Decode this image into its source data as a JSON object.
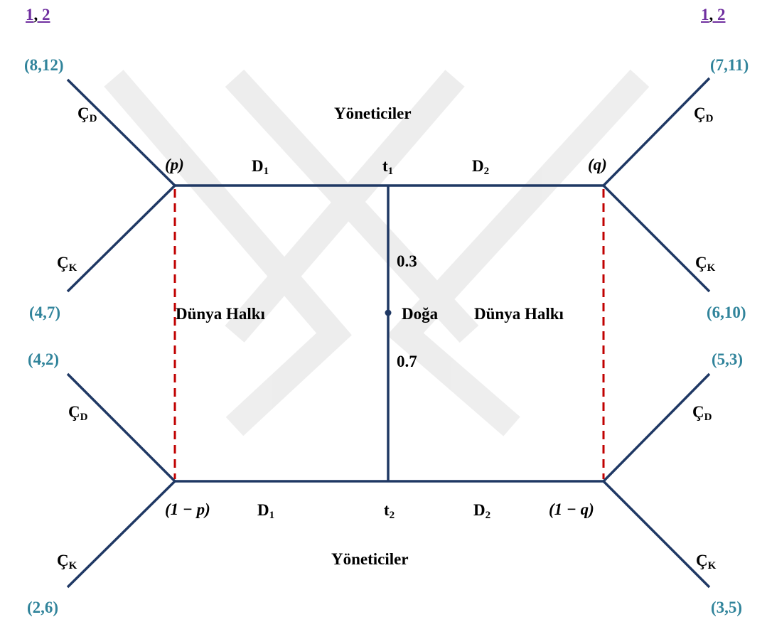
{
  "header_left": {
    "n1": "1",
    "sep": ", ",
    "n2": "2"
  },
  "header_right": {
    "n1": "1",
    "sep": ", ",
    "n2": "2"
  },
  "players": {
    "top": "Yöneticiler",
    "bottom": "Yöneticiler"
  },
  "nature": {
    "label": "Doğa",
    "p_up": "0.3",
    "p_down": "0.7"
  },
  "types": {
    "t1": "t",
    "t1_sub": "1",
    "t2": "t",
    "t2_sub": "2"
  },
  "info_sets": {
    "left": "Dünya Halkı",
    "right": "Dünya Halkı",
    "p": "(p)",
    "q": "(q)",
    "one_minus_p": "(1 − p)",
    "one_minus_q": "(1 − q)"
  },
  "signals": {
    "D": "D",
    "D1_sub": "1",
    "D2_sub": "2",
    "C": "Ç",
    "CD_sub": "D",
    "CK_sub": "K"
  },
  "payoffs": {
    "tl_cd": "(8,12)",
    "tl_ck": "(4,7)",
    "tr_cd": "(7,11)",
    "tr_ck": "(6,10)",
    "bl_cd": "(4,2)",
    "bl_ck": "(2,6)",
    "br_cd": "(5,3)",
    "br_ck": "(3,5)"
  },
  "colors": {
    "line": "#1f3864",
    "dashed": "#c00000",
    "payoff": "#31849b",
    "header": "#7030a0"
  }
}
